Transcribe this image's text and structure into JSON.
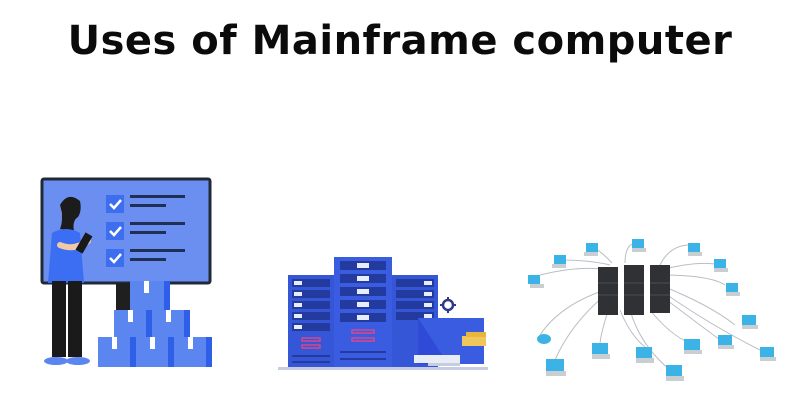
{
  "title": "Uses of Mainframe computer",
  "illustrations": [
    {
      "id": "presentation",
      "icon": "woman-presenting-checklist-icon",
      "checklist_items": 3,
      "colors": {
        "board": "#6b8ff0",
        "board_border": "#1f2937",
        "check_box": "#3d6ef0",
        "boxes": "#5c86ef",
        "boxes_dark": "#2f5ee8",
        "shirt": "#3b6ef2",
        "pants": "#1a1a1a"
      }
    },
    {
      "id": "server-racks",
      "icon": "server-racks-with-laptop-icon",
      "racks": 3,
      "colors": {
        "rack": "#3556d6",
        "rack_dark": "#233a9e",
        "slot": "#e8ecff",
        "accent": "#d9468a",
        "gear": "#2d3a8c",
        "folder": "#f1c65a"
      }
    },
    {
      "id": "network",
      "icon": "mainframe-network-icon",
      "servers": 3,
      "laptops": 16,
      "colors": {
        "server": "#2f3134",
        "screen": "#3bb3e6",
        "laptop_base": "#c9ced3",
        "cable": "#b9bec4"
      }
    }
  ]
}
